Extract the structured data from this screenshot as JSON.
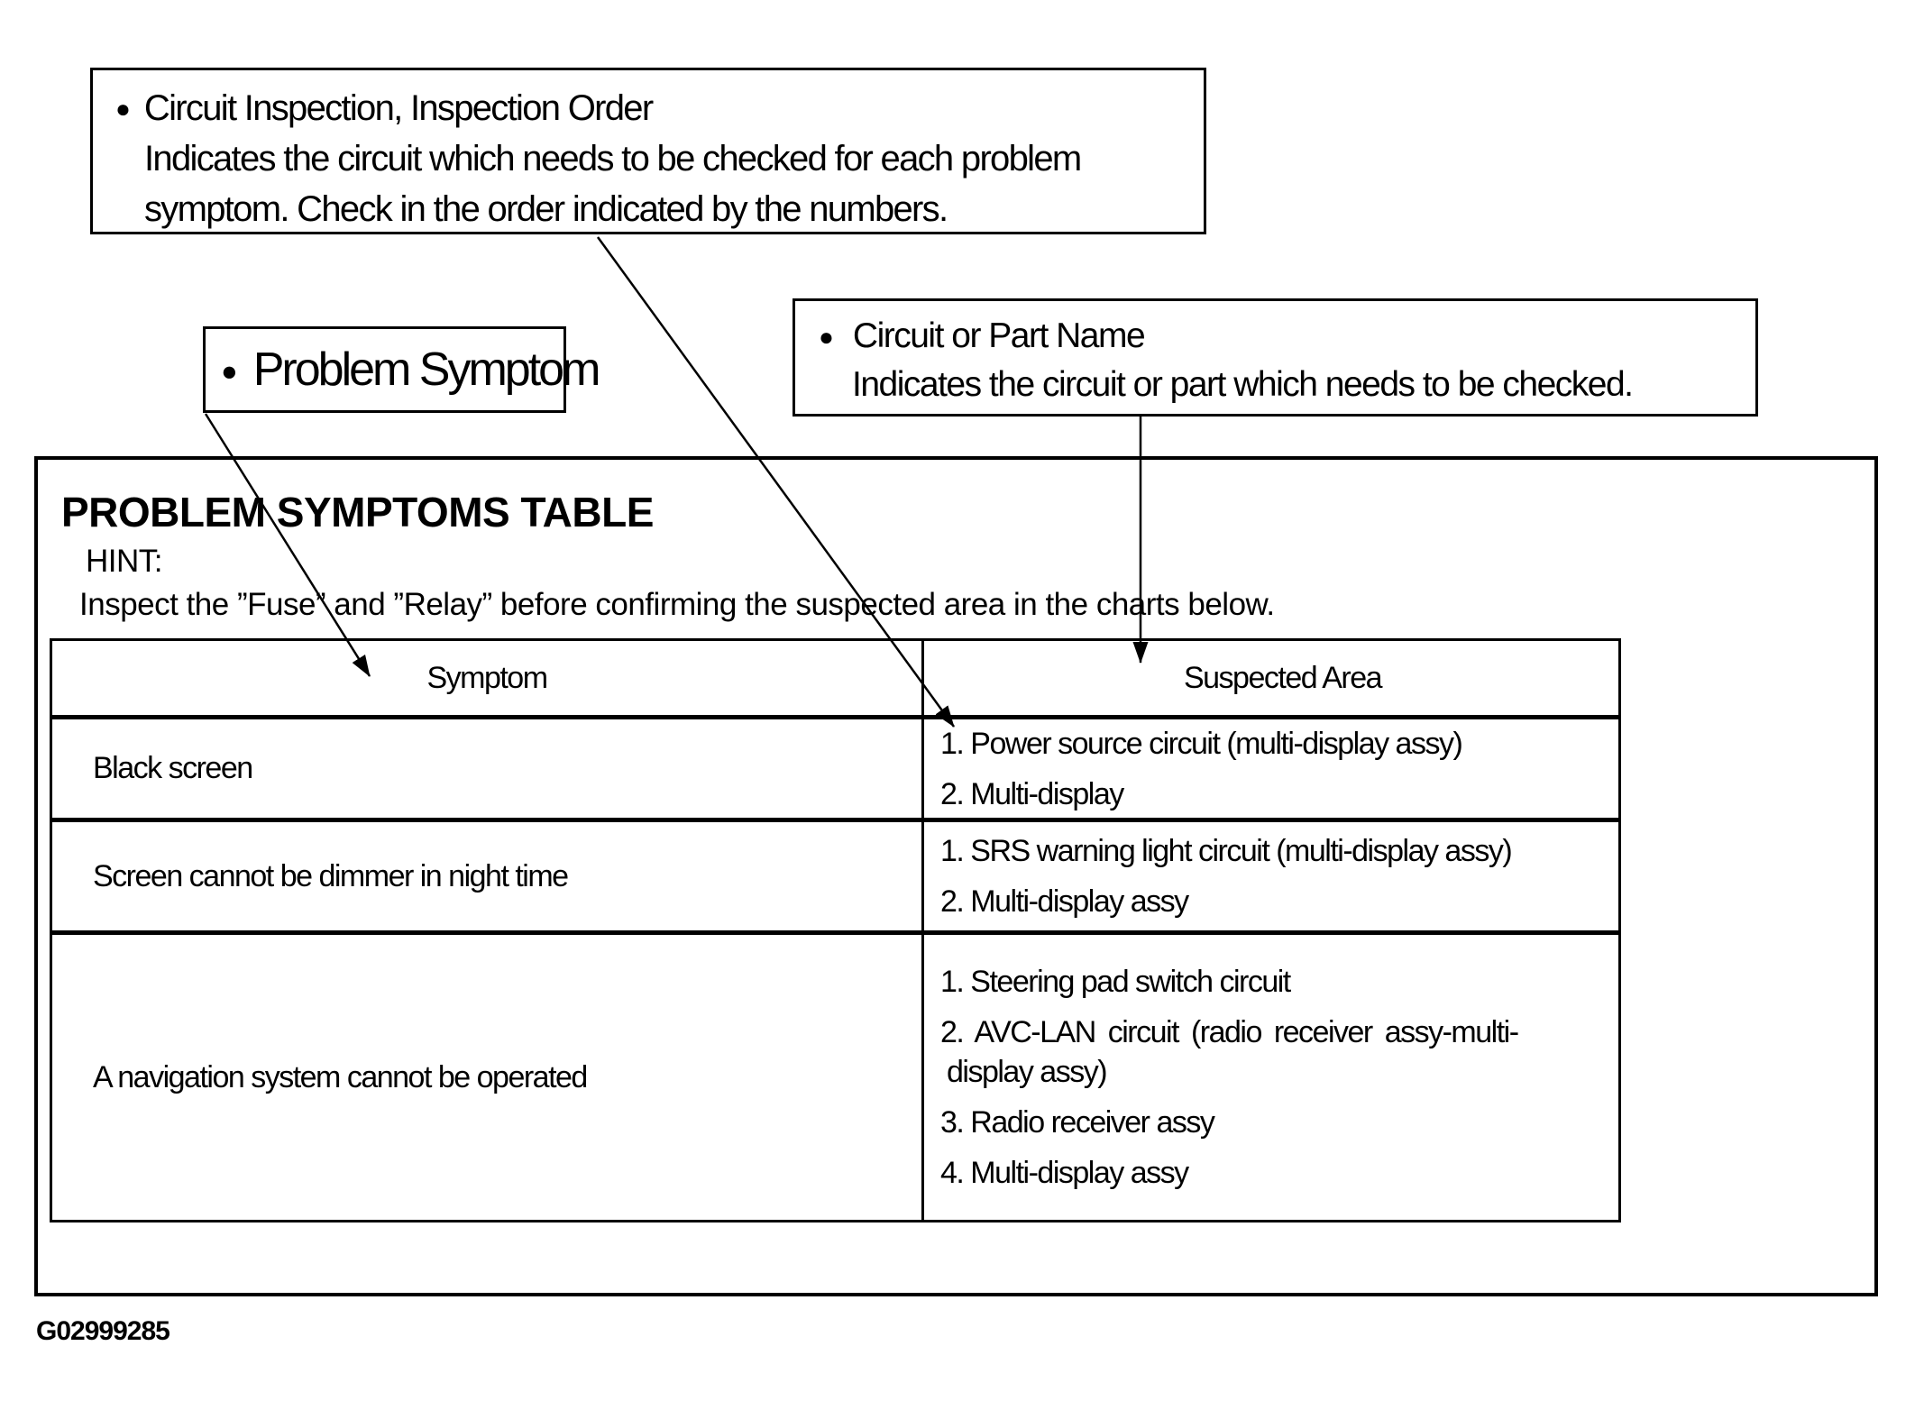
{
  "ui": {
    "bullet": "●",
    "ink_color": "#000000",
    "paper_color": "#ffffff"
  },
  "callouts": {
    "inspection_order": {
      "title": "Circuit Inspection, Inspection Order",
      "line1": "Indicates the circuit which needs to be checked for each problem",
      "line2": "symptom. Check in the order indicated by the numbers."
    },
    "problem_symptom": {
      "label": "Problem Symptom"
    },
    "circuit_or_part": {
      "title": "Circuit or Part Name",
      "line1": "Indicates the circuit or part which needs to be checked."
    }
  },
  "panel": {
    "title": "PROBLEM SYMPTOMS TABLE",
    "hint_label": "HINT:",
    "hint_text": "Inspect the ”Fuse” and ”Relay” before confirming the suspected area in the charts below."
  },
  "table": {
    "headers": [
      "Symptom",
      "Suspected Area"
    ],
    "rows": [
      {
        "symptom": "Black screen",
        "suspected_lines": [
          "1. Power source circuit (multi-display assy)",
          "2. Multi-display"
        ]
      },
      {
        "symptom": "Screen cannot be dimmer in night time",
        "suspected_lines": [
          "1. SRS warning light circuit (multi-display assy)",
          "2. Multi-display assy"
        ]
      },
      {
        "symptom": "A navigation system cannot be operated",
        "suspected_lines": [
          "1. Steering pad switch circuit",
          "2. AVC-LAN circuit (radio receiver assy-multi-",
          "display assy)",
          "3. Radio receiver assy",
          "4. Multi-display assy"
        ]
      }
    ]
  },
  "figure_id": "G02999285"
}
